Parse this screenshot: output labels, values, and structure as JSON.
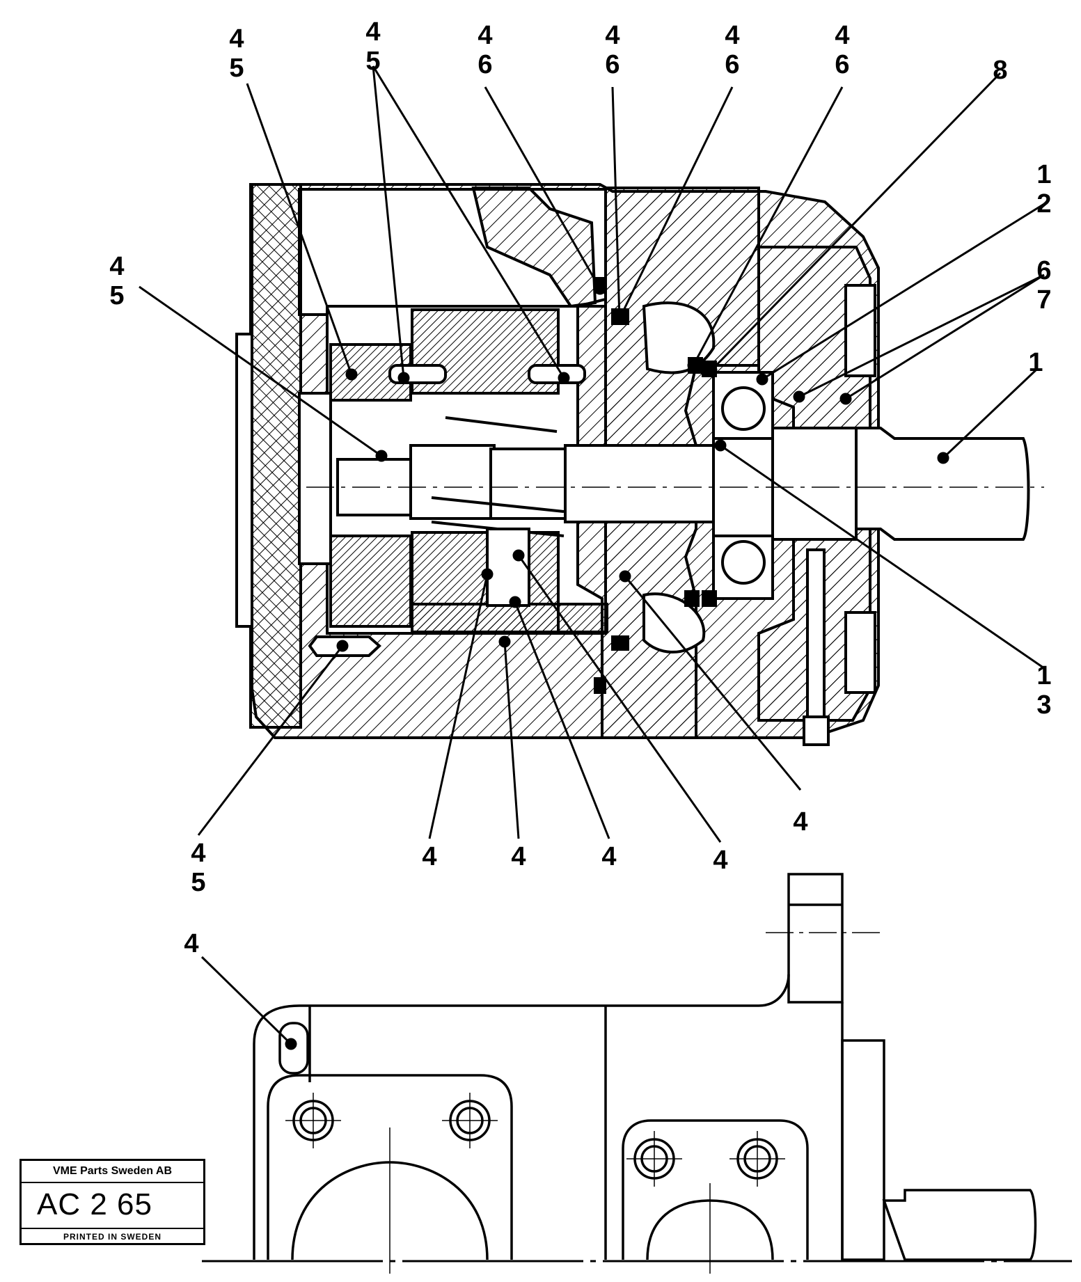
{
  "drawing": {
    "callouts": [
      {
        "id": "c01",
        "lines": [
          "4",
          "5"
        ]
      },
      {
        "id": "c02",
        "lines": [
          "4",
          "5"
        ]
      },
      {
        "id": "c03",
        "lines": [
          "4",
          "6"
        ]
      },
      {
        "id": "c04",
        "lines": [
          "4",
          "6"
        ]
      },
      {
        "id": "c05",
        "lines": [
          "4",
          "6"
        ]
      },
      {
        "id": "c06",
        "lines": [
          "4",
          "6"
        ]
      },
      {
        "id": "c07",
        "lines": [
          "8"
        ]
      },
      {
        "id": "c08",
        "lines": [
          "1",
          "2"
        ]
      },
      {
        "id": "c09",
        "lines": [
          "6",
          "7"
        ]
      },
      {
        "id": "c10",
        "lines": [
          "4",
          "5"
        ]
      },
      {
        "id": "c11",
        "lines": [
          "1"
        ]
      },
      {
        "id": "c12",
        "lines": [
          "1",
          "3"
        ]
      },
      {
        "id": "c13",
        "lines": [
          "4"
        ]
      },
      {
        "id": "c14",
        "lines": [
          "4",
          "5"
        ]
      },
      {
        "id": "c15",
        "lines": [
          "4"
        ]
      },
      {
        "id": "c16",
        "lines": [
          "4"
        ]
      },
      {
        "id": "c17",
        "lines": [
          "4"
        ]
      },
      {
        "id": "c18",
        "lines": [
          "4"
        ]
      },
      {
        "id": "c19",
        "lines": [
          "4"
        ]
      }
    ]
  },
  "stamp": {
    "company": "VME Parts Sweden AB",
    "code": "AC 2 65",
    "printed": "PRINTED IN SWEDEN"
  }
}
